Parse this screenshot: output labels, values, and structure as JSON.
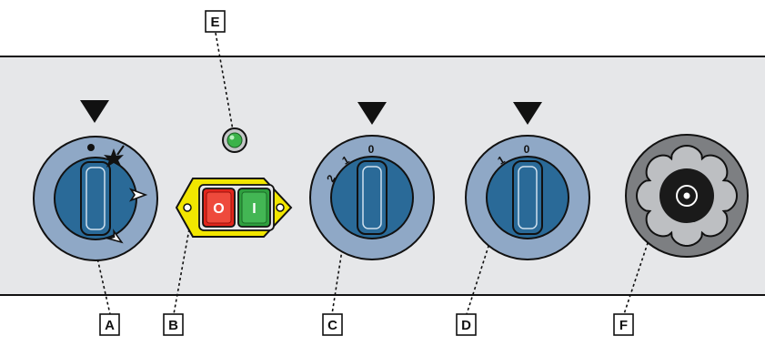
{
  "callouts": {
    "a": "A",
    "b": "B",
    "c": "C",
    "d": "D",
    "e": "E",
    "f": "F"
  },
  "switch_buttons": {
    "off": "O",
    "on": "I"
  },
  "selector_c_positions": [
    "2",
    "1",
    "0"
  ],
  "selector_d_positions": [
    "1",
    "0"
  ],
  "indicator_light_color": "#3bb34a",
  "colors": {
    "panel": "#e6e7e9",
    "dial_ring": "#8fa8c6",
    "dial_face": "#2a6a98",
    "switch_housing": "#f2e600",
    "off_button": "#e1261c",
    "on_button": "#2e9f3e",
    "socket_ring": "#7d7f82",
    "socket_center": "#1a1a1a"
  },
  "icons": {
    "selector_a_top": "dot-icon",
    "selector_a_top_right": "spark-icon",
    "selector_a_right": "arrow-right-icon",
    "selector_a_bottom": "arrow-down-left-icon",
    "pointer": "triangle-down-icon"
  }
}
